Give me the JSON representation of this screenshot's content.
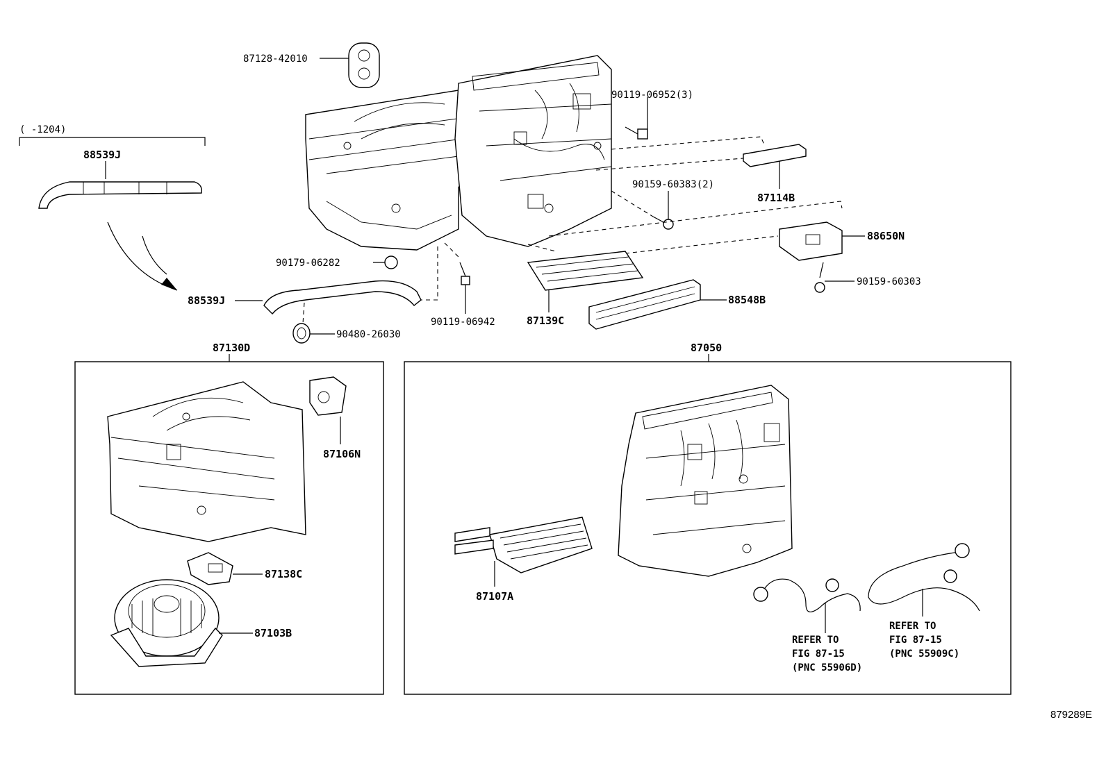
{
  "labels": {
    "p87128": "87128-42010",
    "p90119a": "90119-06952(3)",
    "p88539j_top": "88539J",
    "p87114b": "87114B",
    "p90159a": "90159-60383(2)",
    "p88650n": "88650N",
    "p90179": "90179-06282",
    "p90159b": "90159-60303",
    "p88539j_mid": "88539J",
    "p88548b": "88548B",
    "p90119b": "90119-06942",
    "p87139c": "87139C",
    "p90480": "90480-26030",
    "p87130d": "87130D",
    "p87050": "87050",
    "p87106n": "87106N",
    "p87138c": "87138C",
    "p87103b": "87103B",
    "p87107a": "87107A"
  },
  "date_range": "(      -1204)",
  "refer_left": [
    "REFER TO",
    "FIG 87-15",
    "(PNC 55906D)"
  ],
  "refer_right": [
    "REFER TO",
    "FIG 87-15",
    "(PNC 55909C)"
  ],
  "figure_id": "879289E"
}
